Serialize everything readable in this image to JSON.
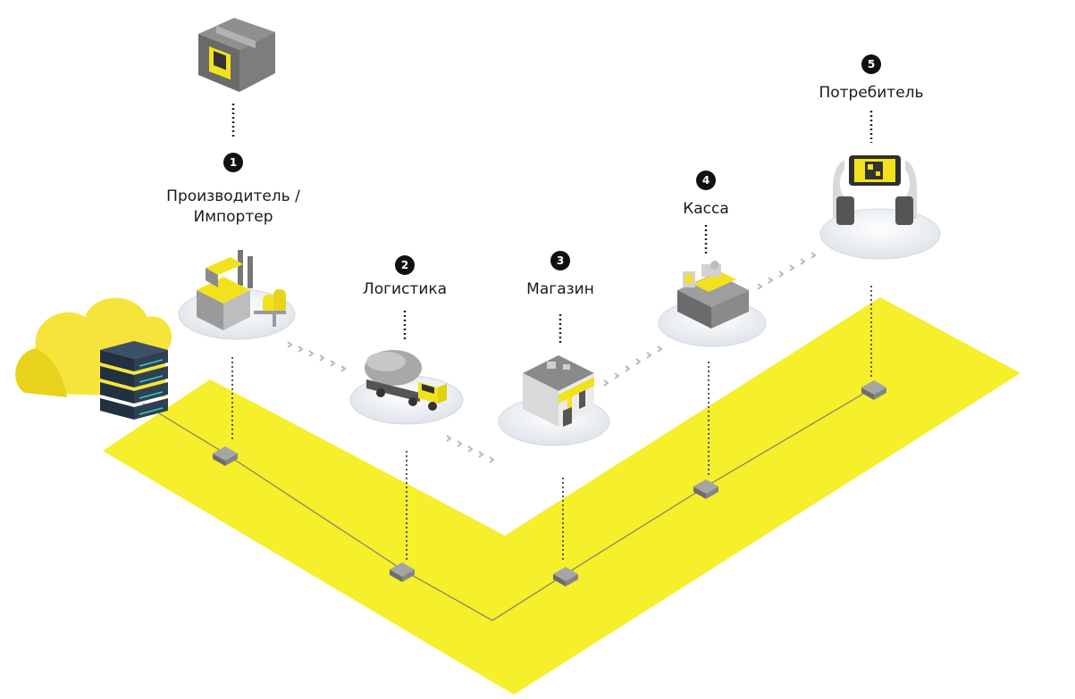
{
  "colors": {
    "band": "#f5ef2c",
    "cloud": "#f6e43a",
    "server": "#2c3e52",
    "server_led": "#2fd0c0",
    "badge": "#111111",
    "platform": "#eef1f4",
    "node": "#8d8d8d"
  },
  "stages": [
    {
      "number": "1",
      "label_lines": [
        "Производитель /",
        "Импортер"
      ],
      "icon": "factory-icon"
    },
    {
      "number": "2",
      "label_lines": [
        "Логистика"
      ],
      "icon": "tanker-truck-icon"
    },
    {
      "number": "3",
      "label_lines": [
        "Магазин"
      ],
      "icon": "store-icon"
    },
    {
      "number": "4",
      "label_lines": [
        "Касса"
      ],
      "icon": "cash-register-icon"
    },
    {
      "number": "5",
      "label_lines": [
        "Потребитель"
      ],
      "icon": "phone-scan-icon"
    }
  ],
  "extra_icons": [
    "cloud-icon",
    "server-rack-icon",
    "cardboard-box-icon",
    "network-node-icon"
  ]
}
